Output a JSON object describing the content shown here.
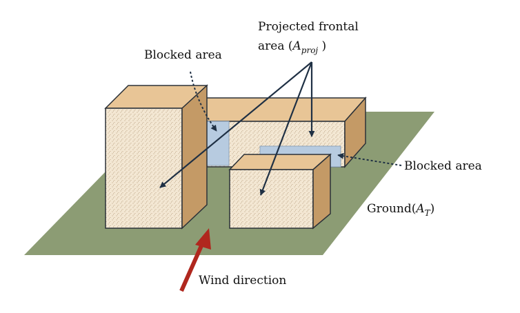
{
  "labels": {
    "projected_line1": "Projected frontal",
    "projected_line2_prefix": "area (",
    "projected_symbol": "A",
    "projected_subscript": "proj",
    "projected_line2_suffix": " )",
    "blocked_top": "Blocked area",
    "blocked_right": "Blocked area",
    "ground_prefix": "Ground(",
    "ground_symbol": "A",
    "ground_subscript": "T",
    "ground_suffix": ")",
    "wind": "Wind direction"
  },
  "colors": {
    "ground": "#8c9c74",
    "building_top": "#e8c596",
    "building_front": "#f3e7d3",
    "building_side": "#c49a66",
    "blocked": "#b7cbe0",
    "arrow": "#1f3044",
    "wind_arrow": "#b0271e"
  }
}
